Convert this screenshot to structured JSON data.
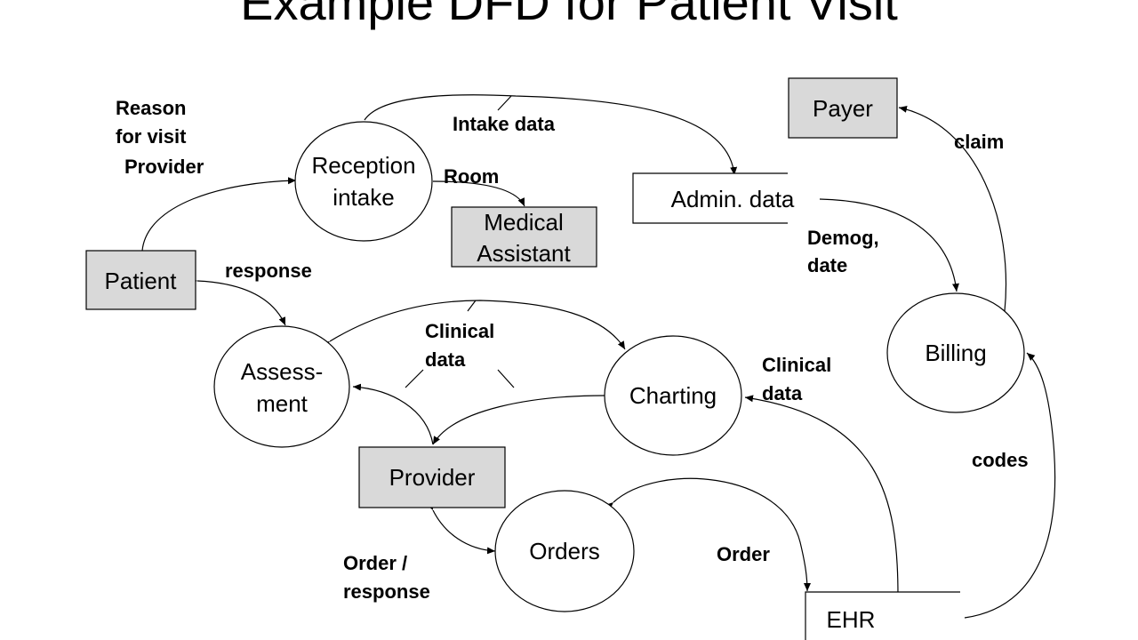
{
  "title": "Example DFD for Patient Visit",
  "entities": {
    "payer": "Payer",
    "patient": "Patient",
    "medical_assistant": [
      "Medical",
      "Assistant"
    ],
    "provider": "Provider"
  },
  "processes": {
    "reception_intake": [
      "Reception",
      "intake"
    ],
    "assessment": [
      "Assess-",
      "ment"
    ],
    "charting": "Charting",
    "billing": "Billing",
    "orders": "Orders"
  },
  "stores": {
    "admin_data": "Admin. data",
    "ehr": "EHR"
  },
  "flows": {
    "reason_for_visit": [
      "Reason",
      "for visit"
    ],
    "provider": "Provider",
    "intake_data": "Intake data",
    "room": "Room",
    "claim": "claim",
    "response": "response",
    "demog_date": [
      "Demog,",
      "date"
    ],
    "clinical_data_center": [
      "Clinical",
      "data"
    ],
    "clinical_data_right": [
      "Clinical",
      "data"
    ],
    "codes": "codes",
    "order_response": [
      "Order /",
      "response"
    ],
    "order": "Order"
  }
}
